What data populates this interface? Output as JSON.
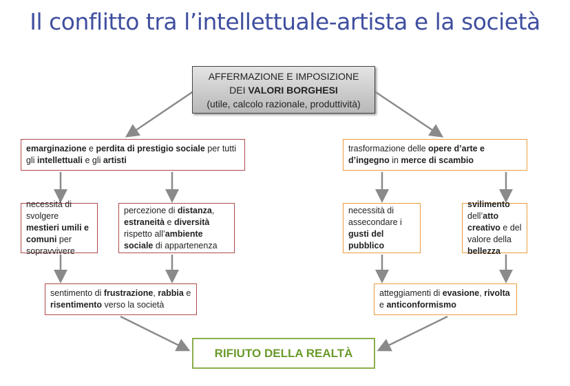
{
  "title": "Il conflitto tra l’intellettuale-artista e la società",
  "colors": {
    "title": "#3f4f9f",
    "left_border": "#b04848",
    "right_border": "#ec9a3c",
    "final_border": "#8cae4c",
    "arrow": "#8a8a8a"
  },
  "boxes": {
    "top": [
      [
        "AFFERMAZIONE E IMPOSIZIONE",
        0
      ],
      [
        "\nDEI ",
        0
      ],
      [
        "VALORI BORGHESI",
        1
      ],
      [
        "\n(utile, calcolo razionale, produttività)",
        0
      ]
    ],
    "left_main": [
      [
        "emarginazione",
        1
      ],
      [
        " e ",
        0
      ],
      [
        "perdita di prestigio sociale",
        1
      ],
      [
        " per tutti gli ",
        0
      ],
      [
        "intellettuali",
        1
      ],
      [
        " e gli ",
        0
      ],
      [
        "artisti",
        1
      ]
    ],
    "right_main": [
      [
        "trasformazione delle ",
        0
      ],
      [
        "opere d’arte e d’ingegno",
        1
      ],
      [
        " in ",
        0
      ],
      [
        "merce di scambio",
        1
      ]
    ],
    "left_a": [
      [
        "necessità di svolgere ",
        0
      ],
      [
        "mestieri umili e comuni",
        1
      ],
      [
        " per sopravvivere",
        0
      ]
    ],
    "left_b": [
      [
        "percezione di ",
        0
      ],
      [
        "distanza",
        1
      ],
      [
        ", ",
        0
      ],
      [
        "estraneità",
        1
      ],
      [
        " e ",
        0
      ],
      [
        "diversità",
        1
      ],
      [
        " rispetto all’",
        0
      ],
      [
        "ambiente sociale",
        1
      ],
      [
        " di appartenenza",
        0
      ]
    ],
    "right_a": [
      [
        "necessità di assecondare i ",
        0
      ],
      [
        "gusti del pubblico",
        1
      ]
    ],
    "right_b": [
      [
        "svilimento",
        1
      ],
      [
        " dell’",
        0
      ],
      [
        "atto creativo",
        1
      ],
      [
        " e del valore della ",
        0
      ],
      [
        "bellezza",
        1
      ]
    ],
    "left_bottom": [
      [
        "sentimento di ",
        0
      ],
      [
        "frustrazione",
        1
      ],
      [
        ", ",
        0
      ],
      [
        "rabbia",
        1
      ],
      [
        " e ",
        0
      ],
      [
        "risentimento",
        1
      ],
      [
        " verso la società",
        0
      ]
    ],
    "right_bottom": [
      [
        "atteggiamenti di ",
        0
      ],
      [
        "evasione",
        1
      ],
      [
        ", ",
        0
      ],
      [
        "rivolta",
        1
      ],
      [
        " e ",
        0
      ],
      [
        "anticonformismo",
        1
      ]
    ],
    "final": "RIFIUTO DELLA REALTÀ"
  }
}
